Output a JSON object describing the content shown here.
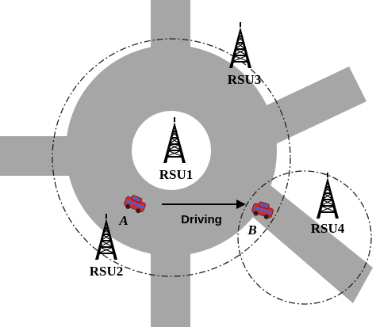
{
  "colors": {
    "road": "#a6a6a6",
    "background": "#ffffff",
    "tower": "#000000",
    "car_body": "#d42a2a",
    "car_window": "#4a5fd0"
  },
  "towers": {
    "center": {
      "label": "RSU1",
      "icon": "antenna-tower-icon"
    },
    "bottom_left": {
      "label": "RSU2",
      "icon": "antenna-tower-icon"
    },
    "top": {
      "label": "RSU3",
      "icon": "antenna-tower-icon"
    },
    "right": {
      "label": "RSU4",
      "icon": "antenna-tower-icon"
    }
  },
  "vehicles": {
    "a": {
      "label": "A",
      "icon": "car-icon"
    },
    "b": {
      "label": "B",
      "icon": "car-icon"
    }
  },
  "motion": {
    "label": "Driving",
    "icon": "arrow-right-icon"
  }
}
